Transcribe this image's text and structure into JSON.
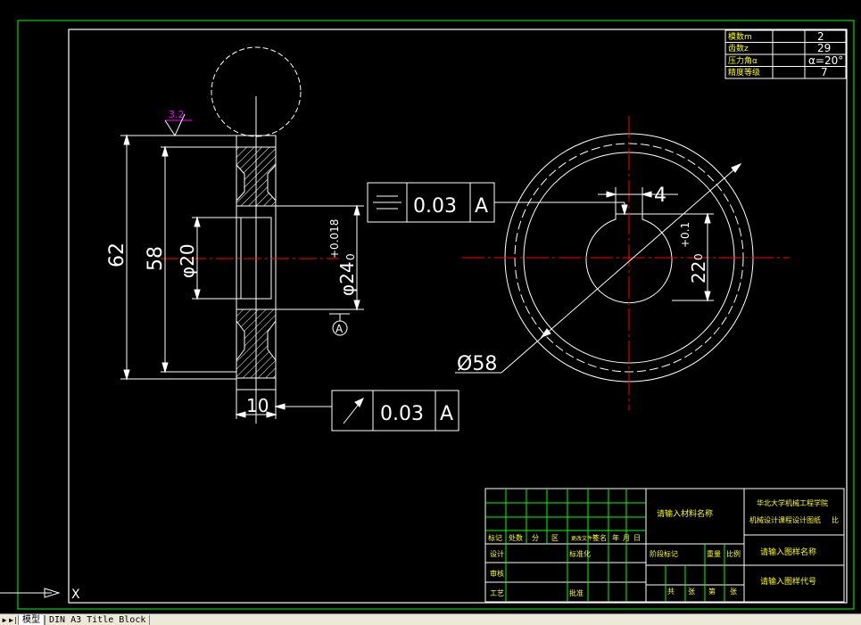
{
  "drawing": {
    "parameter_table": [
      {
        "label": "模数m",
        "value": "2"
      },
      {
        "label": "齿数z",
        "value": "29"
      },
      {
        "label": "压力角α",
        "value": "α=20°"
      },
      {
        "label": "精度等级",
        "value": "7"
      }
    ],
    "roughness": "3.2",
    "dimensions": {
      "d62": "62",
      "d58": "58",
      "d20": "φ20",
      "d24": "φ24",
      "tol24": "+0.018",
      "tol24_zero": "0",
      "datum": "A",
      "width10": "10",
      "key4": "4",
      "key22": "22",
      "tol22": "+0.1",
      "tol22_zero": "0",
      "d58_radial": "Ø58"
    },
    "fcf_symmetry": {
      "tolerance": "0.03",
      "datum": "A"
    },
    "fcf_runout": {
      "tolerance": "0.03",
      "datum": "A"
    },
    "title_block": {
      "material": "请输入材料名称",
      "school": "华北大学机械工程学院",
      "subtitle": "机械设计课程设计图纸",
      "scale_label": "比",
      "drawing_name": "请输入图样名称",
      "drawing_code": "请输入图样代号",
      "headers": [
        "标记",
        "处数",
        "分",
        "区",
        "更改文件号",
        "签名",
        "年",
        "月",
        "日"
      ],
      "rows": [
        "设计",
        "审核",
        "工艺"
      ],
      "std": "标准化",
      "approve": "批准",
      "stage": "阶段标记",
      "weight": "重量",
      "ratio": "比例",
      "sheets": [
        "共",
        "张",
        "第",
        "张"
      ]
    }
  },
  "tabs": [
    {
      "label": "模型",
      "active": true
    },
    {
      "label": "DIN A3 Title Block",
      "active": false
    }
  ],
  "ucs_label": "X"
}
